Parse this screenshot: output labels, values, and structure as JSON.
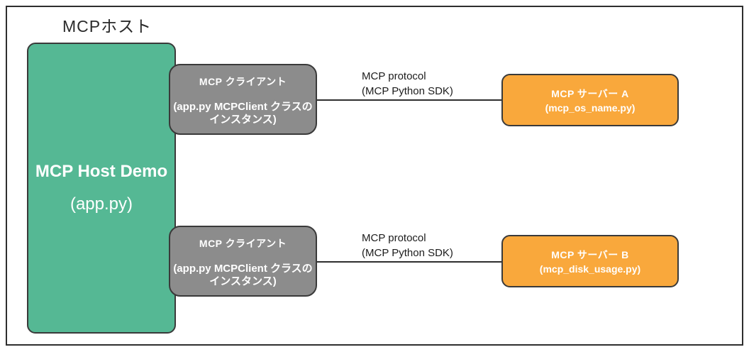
{
  "diagram": {
    "group_label": "MCPホスト",
    "host": {
      "title": "MCP Host Demo",
      "subtitle": "(app.py)"
    },
    "clients": [
      {
        "title": "MCP クライアント",
        "desc_line1": "(app.py MCPClient クラスの",
        "desc_line2": "インスタンス)"
      },
      {
        "title": "MCP クライアント",
        "desc_line1": "(app.py MCPClient クラスの",
        "desc_line2": "インスタンス)"
      }
    ],
    "connections": [
      {
        "protocol": "MCP protocol",
        "sdk": "(MCP Python SDK)"
      },
      {
        "protocol": "MCP protocol",
        "sdk": "(MCP Python SDK)"
      }
    ],
    "servers": [
      {
        "title": "MCP サーバー A",
        "subtitle": "(mcp_os_name.py)"
      },
      {
        "title": "MCP サーバー B",
        "subtitle": "(mcp_disk_usage.py)"
      }
    ],
    "colors": {
      "host_fill": "#55b894",
      "client_fill": "#8c8c8c",
      "server_fill": "#f9a83c",
      "line_and_border": "#2e2e2e"
    }
  }
}
